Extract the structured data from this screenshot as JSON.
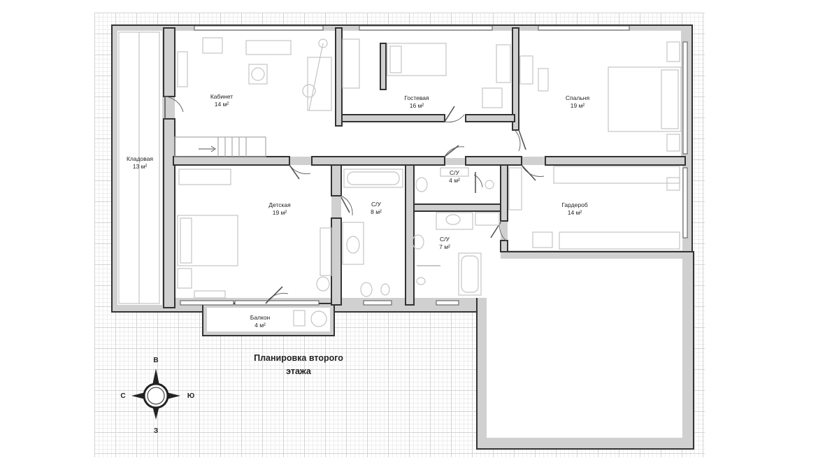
{
  "title": {
    "line1": "Планировка второго",
    "line2": "этажа"
  },
  "rooms": [
    {
      "id": "kladovaya",
      "name": "Кладовая",
      "area": "13 м²"
    },
    {
      "id": "kabinet",
      "name": "Кабинет",
      "area": "14 м²"
    },
    {
      "id": "gostevaya",
      "name": "Гостевая",
      "area": "16 м²"
    },
    {
      "id": "spalnya",
      "name": "Спальня",
      "area": "19 м²"
    },
    {
      "id": "detskaya",
      "name": "Детская",
      "area": "19 м²"
    },
    {
      "id": "su-8",
      "name": "С/У",
      "area": "8 м²"
    },
    {
      "id": "su-4",
      "name": "С/У",
      "area": "4 м²"
    },
    {
      "id": "su-7",
      "name": "С/У",
      "area": "7 м²"
    },
    {
      "id": "garderob",
      "name": "Гардероб",
      "area": "14 м²"
    },
    {
      "id": "balkon",
      "name": "Балкон",
      "area": "4 м²"
    }
  ],
  "compass": {
    "north": "В",
    "south": "З",
    "west": "С",
    "east": "Ю"
  },
  "colors": {
    "wall_fill": "#d0d0d0",
    "wall_stroke": "#333333",
    "grid_line": "#d4d4d4",
    "furniture": "#c4c4c4"
  }
}
